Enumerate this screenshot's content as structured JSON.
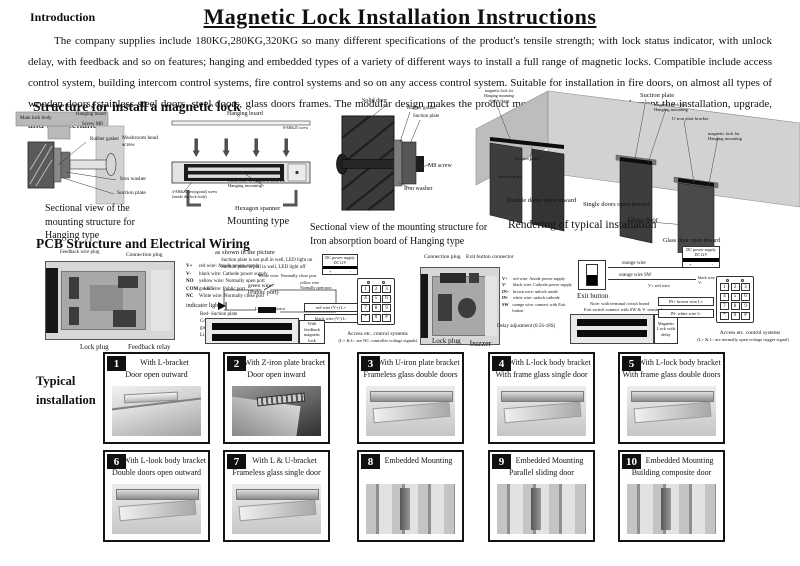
{
  "header": {
    "intro_label": "Introduction",
    "title": "Magnetic Lock Installation Instructions",
    "intro_text": "The company supplies include 180KG,280KG,320KG so many different specifications of the product's tensile strength; with lock status indicator, with unlock delay, with feedback and so on features; hanging and embedded types of a variety of different ways to install a full range of magnetic locks. Compatible include access control system, building intercom control systems, fire control systems and so on any access control system. Suitable for installation in fire doors, on almost all types of wooden doors, stainless steel doors, steel doors, glass doors frames. The modular design makes the product more functions easily implement the installation, upgrade, and maintenance."
  },
  "structure": {
    "heading": "Structure for install a magnetic lock",
    "hanging": {
      "main_lock_body": "Main lock body",
      "hanging_board": "Hanging board",
      "screw_m8": "Screw M8",
      "rubber_gasket": "Rubber gasket",
      "mushroom_head_screw": "Mushroom head screw",
      "iron_washer": "Iron washer",
      "suction_plate": "Suction plate",
      "caption": "Sectional view of the mounting structure for Hanging type"
    },
    "mounting": {
      "hanging_board": "Hanging board",
      "screw": "8-M6h25 screw",
      "lock_body": "Lock body of magnetic lock for Hanging mounting",
      "hex_screw": "4-M6h20 hex(agonal) screw (inside the lock body)",
      "spanner": "Hexagon spanner",
      "caption": "Mounting type"
    },
    "door": {
      "solid_door": "Solid door",
      "rubber_gasket": "Rubber gasket",
      "suction_plate": "Suction plate",
      "m8_screw": "M8 screw",
      "iron_washer": "Iron washer",
      "caption": "Sectional view of the mounting structure for Iron absorption board of  Hanging type"
    },
    "rendering": {
      "maglock_double": "magnetic lock for Hanging mounting double doors",
      "suction_plate_top": "Suction plate",
      "maglock_hanging": "magnetic lock for Hanging mounting",
      "u_iron_bracket": "U-iron plate bracket",
      "maglock_hanging2": "magnetic lock for Hanging mounting",
      "suction_plate_mid": "Suction plate",
      "suction_plate_left": "Suction plate",
      "double_doors": "Double doors open inward",
      "single_doors": "Single doors open inward",
      "glass_door": "Glass door",
      "glass_door_open": "Glass door open inward",
      "caption": "Rendering of typical installation"
    }
  },
  "pcb": {
    "heading": "PCB Structure and Electrical Wiring",
    "left_board": {
      "feedback_wire_plug": "Feedback wire plug",
      "connection_plug": "Connection plug",
      "lock_plug": "Lock plug",
      "feedback_relay": "Feedback relay"
    },
    "legend_left": [
      {
        "code": "V+",
        "desc": "red wire: Anode power supply"
      },
      {
        "code": "V-",
        "desc": "black wire: Cathode power supply"
      },
      {
        "code": "NO",
        "desc": "yellow wire: Normally open port"
      },
      {
        "code": "COM",
        "desc": "green wire: Public port"
      },
      {
        "code": "NC",
        "desc": "White wire: Normally close port"
      }
    ],
    "indicator": {
      "title": "indicator light:",
      "line1": "Red- Suction plate",
      "line2": "Completely pull in",
      "line3": "green- not pull in well",
      "line4": "Light-off- Without electricity"
    },
    "mid": {
      "as_shown": "as shown in the picture",
      "note1": "Suction plate is not pull in well, LED light on",
      "note2": "Suction plate is pull in well, LED light off",
      "white_wire": "White wire: Normally close port",
      "led": "LED",
      "green_wire": "green wire:",
      "public_port": "(Public port)",
      "yellow_wire": "yellow wire Normally open port",
      "resistor": "Limiting resistor",
      "red_wire": "red wire  (V+)    L+",
      "black_wire": "black wire  (V-)  L-",
      "feedback_lock": "With feedback magnetic lock",
      "access1": "Access etc. control systems",
      "access2": "(L+ & L- are NC controller voltage signals)"
    },
    "dc_supply": {
      "line1": "DC power supply",
      "line2": "DC12V"
    },
    "keypad_keys": [
      "1",
      "2",
      "3",
      "4",
      "5",
      "6",
      "7",
      "8",
      "9",
      "*",
      "0",
      "#"
    ],
    "right_board": {
      "connection_plug": "Connection plug",
      "exit_button_connector": "Exit button connector",
      "lock_plug": "Lock plug",
      "buzzer": "buzzer",
      "delay": "Delay adjustment  (0.5S-18S)"
    },
    "legend_right": [
      {
        "code": "V+",
        "desc": "red wire: Anode power supply"
      },
      {
        "code": "V-",
        "desc": "black wire: Cathode power supply"
      },
      {
        "code": "IN+",
        "desc": "brown wire: unlock anode"
      },
      {
        "code": "IN-",
        "desc": "white wire: unlock cathode"
      },
      {
        "code": "SW",
        "desc": "orange wire: connect with Exit button"
      }
    ],
    "right": {
      "orange_wire": "orange wire",
      "orange_wire_sw": "orange wire SW",
      "exit_button": "Exit button",
      "note1": "Note: with terminal circuit board",
      "note2": "Exit switch connect with SW & V- terminal",
      "v_plus": "V+ red wire",
      "v_minus": "black wire V-",
      "in_plus": "IN+ brown wire    L+",
      "in_minus": "IN- white wire    L-",
      "delay_lock": "Magnetic Lock with delay",
      "access1": "Access etc. control systems",
      "access2": "(L+ & L- are normally open voltage trigger signal)"
    }
  },
  "typical": {
    "heading1": "Typical",
    "heading2": "installation",
    "panels": [
      {
        "num": "1",
        "line1": "With L-bracket",
        "line2": "Door open outward"
      },
      {
        "num": "2",
        "line1": "With Z-iron plate bracket",
        "line2": "Door open inward"
      },
      {
        "num": "3",
        "line1": "With U-iron plate bracket",
        "line2": "Frameless glass double doors"
      },
      {
        "num": "4",
        "line1": "With L-lock body bracket",
        "line2": "With frame glass single door"
      },
      {
        "num": "5",
        "line1": "With L-lock body bracket",
        "line2": "With frame glass double doors"
      },
      {
        "num": "6",
        "line1": "With L-look body bracket",
        "line2": "Double doors open outward"
      },
      {
        "num": "7",
        "line1": "With L & U-bracket",
        "line2": "Frameless glass single door"
      },
      {
        "num": "8",
        "line1": "Embedded Mounting",
        "line2": ""
      },
      {
        "num": "9",
        "line1": "Embedded Mounting",
        "line2": "Parallel sliding door"
      },
      {
        "num": "10",
        "line1": "Embedded Mounting",
        "line2": "Building composite door"
      }
    ]
  }
}
